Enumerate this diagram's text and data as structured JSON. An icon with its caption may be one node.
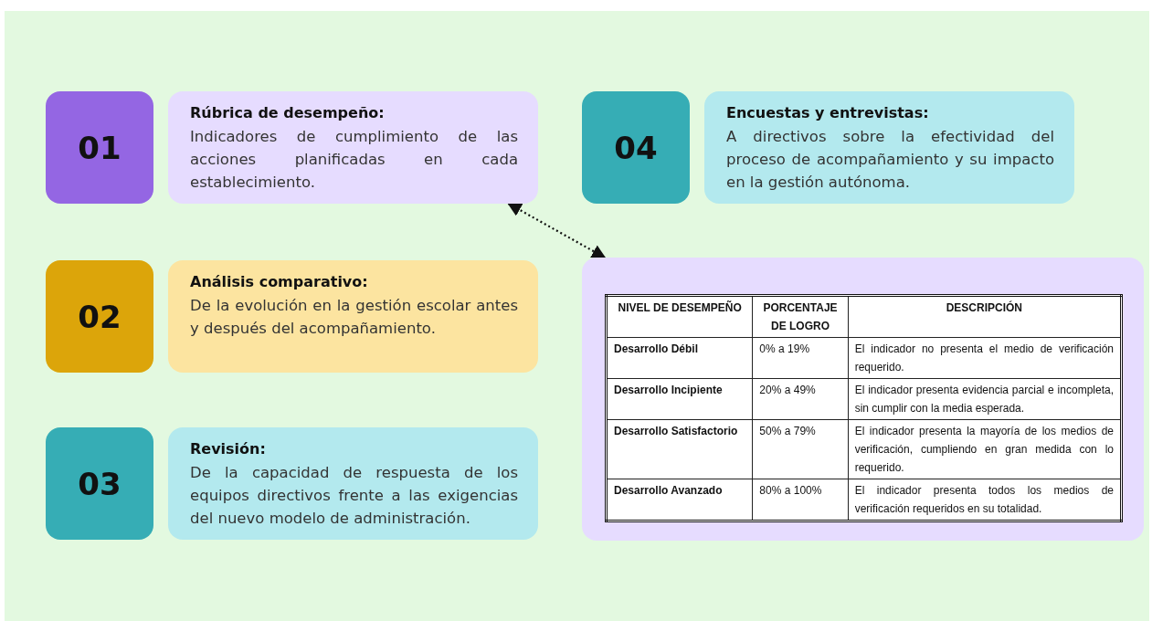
{
  "diagram": {
    "nodes": [
      {
        "text": [
          "01"
        ]
      },
      {
        "text": [
          "Rúbrica de desempeño:",
          "Indicadores de cumplimiento de las acciones planificadas en cada establecimiento."
        ]
      },
      {
        "text": [
          "04"
        ]
      },
      {
        "text": [
          "Encuestas y entrevistas:",
          "A  directivos sobre la efectividad del proceso de acompañamiento y su impacto en la gestión autónoma."
        ]
      },
      {
        "text": [
          "02"
        ]
      },
      {
        "text": [
          "Análisis comparativo:",
          "De la evolución en la gestión escolar antes y después del acompañamiento."
        ]
      },
      {
        "text": [],
        "shape": "box"
      },
      {
        "text": [
          "03"
        ]
      },
      {
        "text": [
          "Revisión:",
          "De la capacidad de respuesta de los equipos directivos frente a las exigencias del nuevo modelo de administración."
        ]
      }
    ],
    "edges": [
      {
        "from": 1,
        "to": 6,
        "arrow": "both",
        "style": "dashed"
      }
    ],
    "labels": [
      "NIVEL DE DESEMPEÑO",
      "PORCENTAJE DE LOGRO",
      "DESCRIPCIÓN",
      "Desarrollo Débil",
      "0% a 19%",
      "El indicador no presenta el medio de verificación requerido.",
      "Desarrollo Incipiente",
      "20% a 49%",
      "El indicador presenta evidencia parcial e incompleta, sin cumplir con la media esperada.",
      "Desarrollo Satisfactorio",
      "50% a 79%",
      "El indicador presenta la mayoría de los medios de verificación, cumpliendo en gran medida con lo requerido.",
      "Desarrollo Avanzado",
      "80% a 100%",
      "El indicador presenta todos los medios de verificación requeridos en su totalidad."
    ]
  }
}
